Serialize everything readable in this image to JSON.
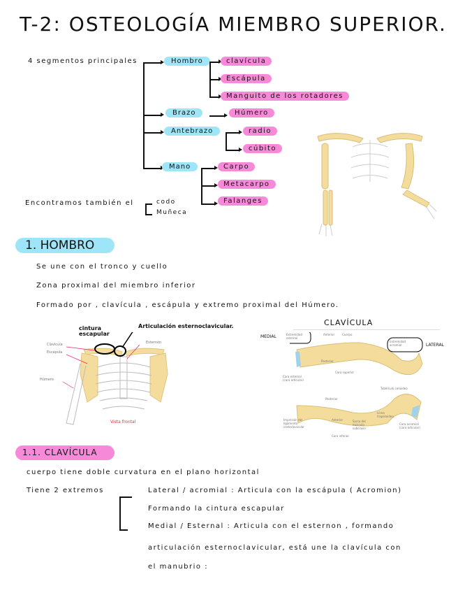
{
  "title": "T-2: OSTEOLOGÍA MIEMBRO SUPERIOR.",
  "tree": {
    "root": "4 segmentos principales",
    "segments": [
      {
        "label": "Hombro",
        "children": [
          "clavícula",
          "Escápula",
          "Manguito de los rotadores"
        ]
      },
      {
        "label": "Brazo",
        "children": [
          "Húmero"
        ]
      },
      {
        "label": "Antebrazo",
        "children": [
          "radio",
          "cúbito"
        ]
      },
      {
        "label": "Mano",
        "children": [
          "Carpo",
          "Metacarpo",
          "Falanges"
        ]
      }
    ],
    "also_label": "Encontramos también el",
    "also_items": [
      "codo",
      "Muñeca"
    ]
  },
  "section1": {
    "heading": "1. HOMBRO",
    "lines": [
      "Se une con el tronco y cuello",
      "Zona proximal del miembro inferior",
      "Formado por , clavícula , escápula y extremo proximal del Húmero."
    ],
    "thorax_figure": {
      "annotations": [
        "cintura escapular",
        "Articulación esternoclavicular."
      ],
      "labels": [
        "Clavícula",
        "Escápula",
        "Húmero",
        "Esternón"
      ],
      "caption": "Vista frontal"
    },
    "clavicle_figure": {
      "heading": "CLAVÍCULA",
      "annotations": [
        "MEDIAL",
        "LATERAL"
      ],
      "labels": [
        "Extremidad esternal",
        "Anterior",
        "Cuerpo",
        "Extremidad acromial",
        "Posterior",
        "Cara superior",
        "Cara esternal (cara articular)",
        "Tubérculo conoideo",
        "Posterior",
        "Línea trapezoidea",
        "Impresión del ligamento costoclavicular",
        "Anterior",
        "Surco del músculo subclavio",
        "Cara acromial (cara articular)",
        "Cara inferior"
      ]
    }
  },
  "section11": {
    "heading": "1.1. CLAVÍCULA",
    "line1": "cuerpo tiene doble curvatura en el plano horizontal",
    "extremes_label": "Tiene 2 extremos",
    "extremes": [
      "Lateral / acromial : Articula con la escápula ( Acromion)",
      "Formando la cintura escapular",
      "Medial / Esternal : Articula con el esternon , formando",
      "articulación esternoclavicular, está une la clavícula con",
      "el manubrio :"
    ]
  },
  "colors": {
    "blue_highlight": "#9ee6f7",
    "pink_highlight": "#f78ad8",
    "bone": "#f3dc9c"
  }
}
